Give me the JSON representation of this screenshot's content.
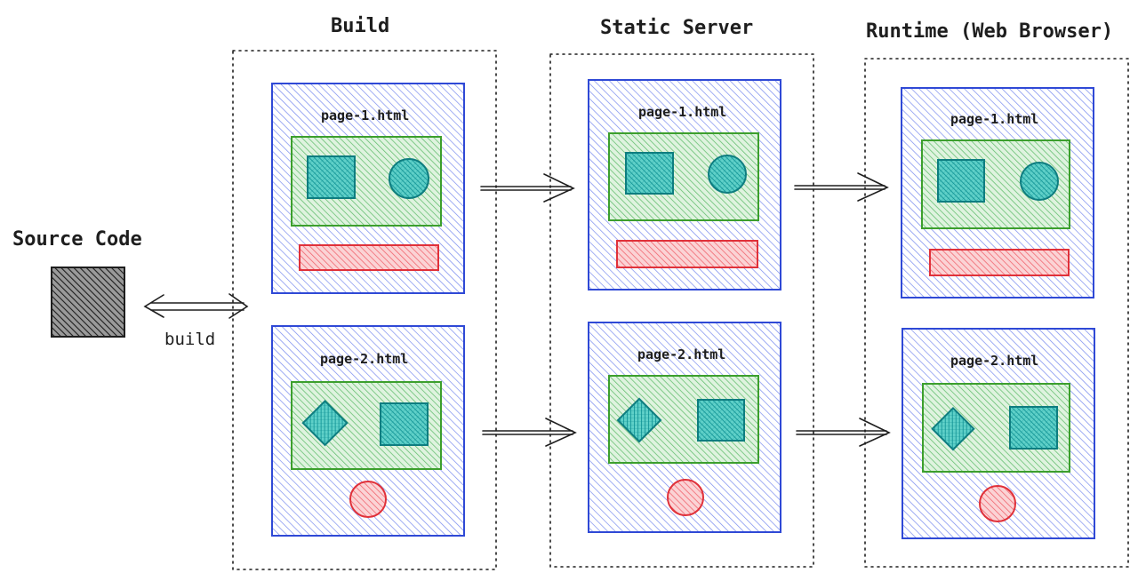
{
  "columns": [
    {
      "id": "build",
      "title": "Build",
      "pages": [
        "page-1.html",
        "page-2.html"
      ]
    },
    {
      "id": "static",
      "title": "Static Server",
      "pages": [
        "page-1.html",
        "page-2.html"
      ]
    },
    {
      "id": "runtime",
      "title": "Runtime (Web Browser)",
      "pages": [
        "page-1.html",
        "page-2.html"
      ]
    }
  ],
  "source": {
    "title": "Source Code"
  },
  "build_edge": {
    "label": "build"
  },
  "colors": {
    "page_fill": "#4a64e8",
    "page_stroke": "#2f49d6",
    "panel_fill": "#46b455",
    "panel_stroke": "#3c9f2d",
    "shape_fill": "#12a6a8",
    "shape_stroke": "#0e7d80",
    "bar_fill": "#f47a82",
    "bar_stroke": "#e0313a",
    "source_fill": "#2b2b2b",
    "ink": "#1e1e1e"
  }
}
